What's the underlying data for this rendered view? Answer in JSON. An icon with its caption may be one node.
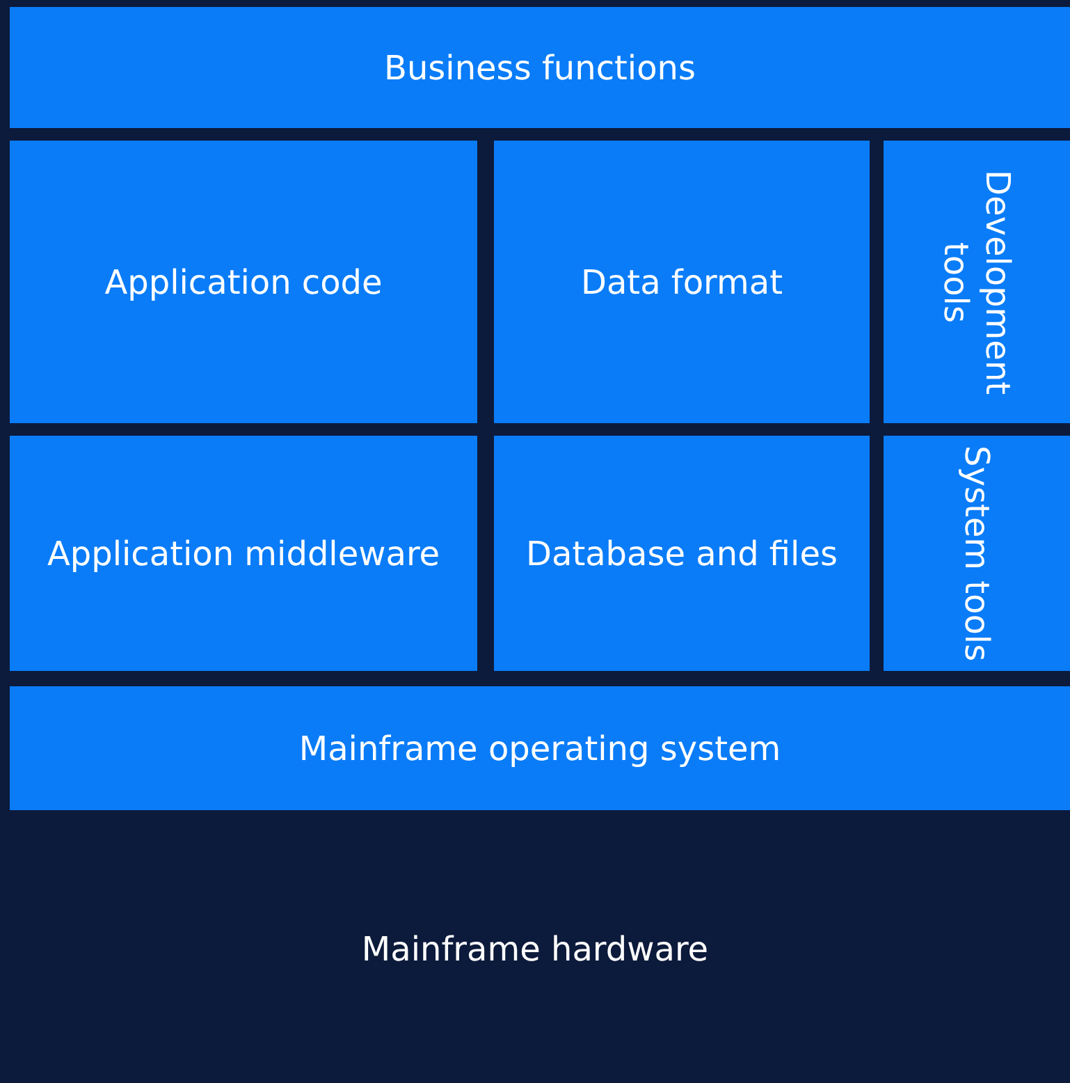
{
  "diagram": {
    "nodes": [
      {
        "text": [
          "Business functions"
        ]
      },
      {
        "text": [
          "Application code"
        ]
      },
      {
        "text": [
          "Data format"
        ]
      },
      {
        "text": [
          "Development tools"
        ]
      },
      {
        "text": [
          "Application middleware"
        ]
      },
      {
        "text": [
          "Database and files"
        ]
      },
      {
        "text": [
          "System tools"
        ]
      },
      {
        "text": [
          "Mainframe operating system"
        ]
      },
      {
        "text": [
          "Mainframe hardware"
        ]
      }
    ]
  }
}
